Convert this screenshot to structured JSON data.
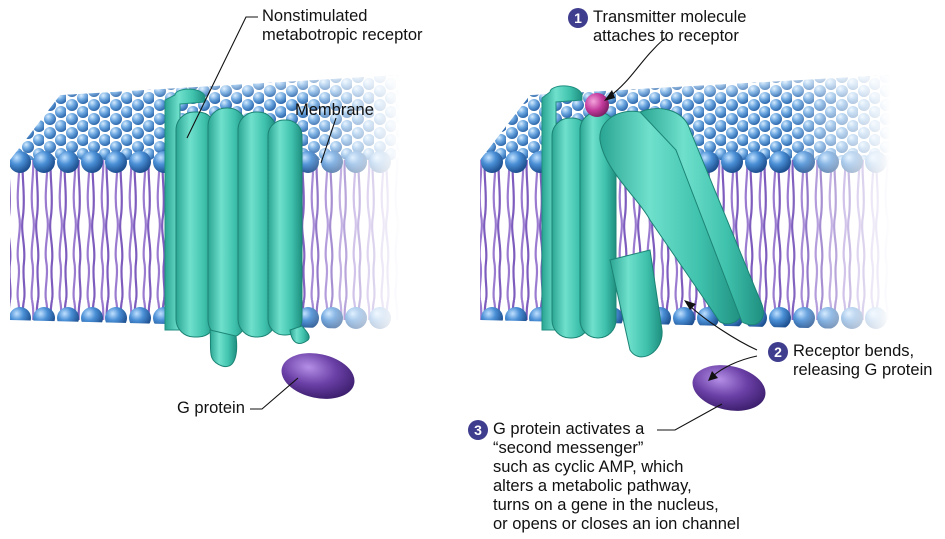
{
  "colors": {
    "receptor": "#3fc2ad",
    "receptor_dark": "#1f8f80",
    "head": "#3a7fc8",
    "tail": "#8a6cc7",
    "g_protein": "#6a3fa6",
    "transmitter": "#c23a9c",
    "step_badge": "#3f3d8e"
  },
  "labels": {
    "nonstimulated": "Nonstimulated\nmetabotropic receptor",
    "membrane": "Membrane",
    "g_protein": "G protein"
  },
  "steps": [
    {
      "number": "1",
      "text": "Transmitter molecule\nattaches to receptor"
    },
    {
      "number": "2",
      "text": "Receptor bends,\nreleasing G protein"
    },
    {
      "number": "3",
      "text": "G protein activates a\n“second messenger”\nsuch as cyclic AMP, which\nalters a metabolic pathway,\nturns on a gene in the nucleus,\nor opens or closes an ion channel"
    }
  ]
}
